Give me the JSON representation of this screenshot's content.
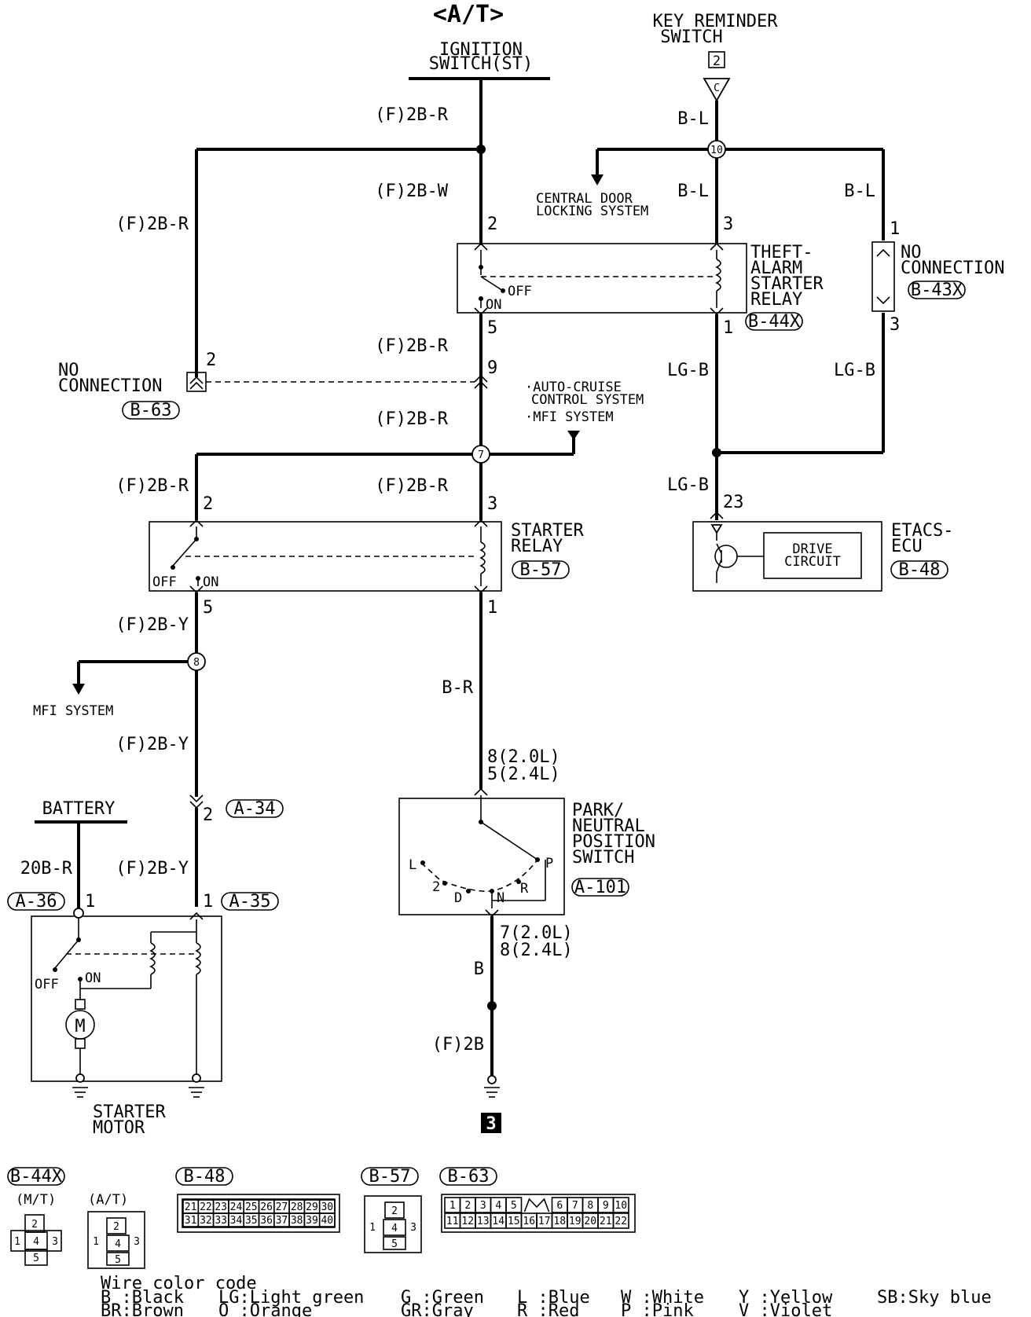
{
  "title": "<A/T>",
  "labels": {
    "ignition": [
      "IGNITION",
      "SWITCH(ST)"
    ],
    "key_reminder": [
      "KEY REMINDER",
      "SWITCH"
    ],
    "key_reminder_num": "2",
    "key_reminder_conn": "C",
    "central_door": [
      "CENTRAL DOOR",
      "LOCKING SYSTEM"
    ],
    "theft_relay": [
      "THEFT-",
      "ALARM",
      "STARTER",
      "RELAY"
    ],
    "theft_relay_id": "B-44X",
    "no_conn_right": [
      "NO",
      "CONNECTION"
    ],
    "no_conn_right_id": "B-43X",
    "no_conn_left": [
      "NO",
      "CONNECTION"
    ],
    "no_conn_left_id": "B-63",
    "auto_cruise": [
      "·AUTO-CRUISE",
      "CONTROL SYSTEM",
      "·MFI SYSTEM"
    ],
    "starter_relay": [
      "STARTER",
      "RELAY"
    ],
    "starter_relay_id": "B-57",
    "etacs": [
      "ETACS-",
      "ECU"
    ],
    "etacs_id": "B-48",
    "drive_circuit": [
      "DRIVE",
      "CIRCUIT"
    ],
    "mfi_system": "MFI SYSTEM",
    "battery": "BATTERY",
    "starter_motor": [
      "STARTER",
      "MOTOR"
    ],
    "motor_symbol": "M",
    "park_switch": [
      "PARK/",
      "NEUTRAL",
      "POSITION",
      "SWITCH"
    ],
    "park_switch_id": "A-101",
    "ground_ref": "3",
    "conn_a34": "A-34",
    "conn_a35": "A-35",
    "conn_a36": "A-36"
  },
  "wires": {
    "f2br": "(F)2B-R",
    "f2bw": "(F)2B-W",
    "f2by": "(F)2B-Y",
    "bl": "B-L",
    "lgb": "LG-B",
    "br": "B-R",
    "b": "B",
    "f2b": "(F)2B",
    "b20r": "20B-R"
  },
  "junctions": {
    "j10": "10",
    "j7": "7",
    "j8": "8"
  },
  "pins": {
    "p2": "2",
    "p3": "3",
    "p1": "1",
    "p5": "5",
    "p9": "9",
    "p23": "23",
    "pn_8_20": "8(2.0L)",
    "pn_5_24": "5(2.4L)",
    "pn_7_20": "7(2.0L)",
    "pn_8_24": "8(2.4L)"
  },
  "switch_states": {
    "off": "OFF",
    "on": "ON"
  },
  "shift_positions": {
    "L": "L",
    "two": "2",
    "D": "D",
    "N": "N",
    "R": "R",
    "P": "P"
  },
  "connectors": {
    "b44x": "B-44X",
    "mt": "(M/T)",
    "at": "(A/T)",
    "b48": "B-48",
    "b57": "B-57",
    "b63": "B-63",
    "b48_row1": [
      "21",
      "22",
      "23",
      "24",
      "25",
      "26",
      "27",
      "28",
      "29",
      "30"
    ],
    "b48_row2": [
      "31",
      "32",
      "33",
      "34",
      "35",
      "36",
      "37",
      "38",
      "39",
      "40"
    ],
    "b63_row1": [
      "1",
      "2",
      "3",
      "4",
      "5",
      "6",
      "7",
      "8",
      "9",
      "10"
    ],
    "b63_row2": [
      "11",
      "12",
      "13",
      "14",
      "15",
      "16",
      "17",
      "18",
      "19",
      "20",
      "21",
      "22"
    ],
    "relay_pins": [
      "2",
      "1",
      "4",
      "3",
      "5"
    ]
  },
  "color_code": {
    "heading": "Wire color code",
    "items": [
      [
        "B :Black",
        "BR:Brown"
      ],
      [
        "LG:Light green",
        "O :Orange"
      ],
      [
        "G :Green",
        "GR:Gray"
      ],
      [
        "L :Blue",
        "R :Red"
      ],
      [
        "W :White",
        "P :Pink"
      ],
      [
        "Y :Yellow",
        "V :Violet"
      ],
      [
        "SB:Sky blue",
        ""
      ]
    ]
  }
}
